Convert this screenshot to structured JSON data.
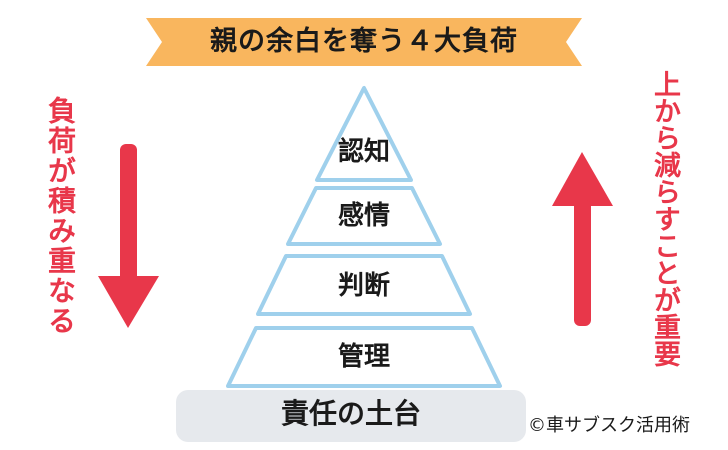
{
  "title": "親の余白を奪う４大負荷",
  "pyramid": {
    "layers": [
      "認知",
      "感情",
      "判断",
      "管理"
    ],
    "base": "責任の土台"
  },
  "left_note": "負荷が積み重なる",
  "right_note": "上から減らすことが重要",
  "credit": "©車サブスク活用術",
  "colors": {
    "banner": "#f9b65e",
    "arrow": "#e8374a",
    "pyramid_outline": "#9fd0ec",
    "base_fill": "#e6e9ed"
  }
}
